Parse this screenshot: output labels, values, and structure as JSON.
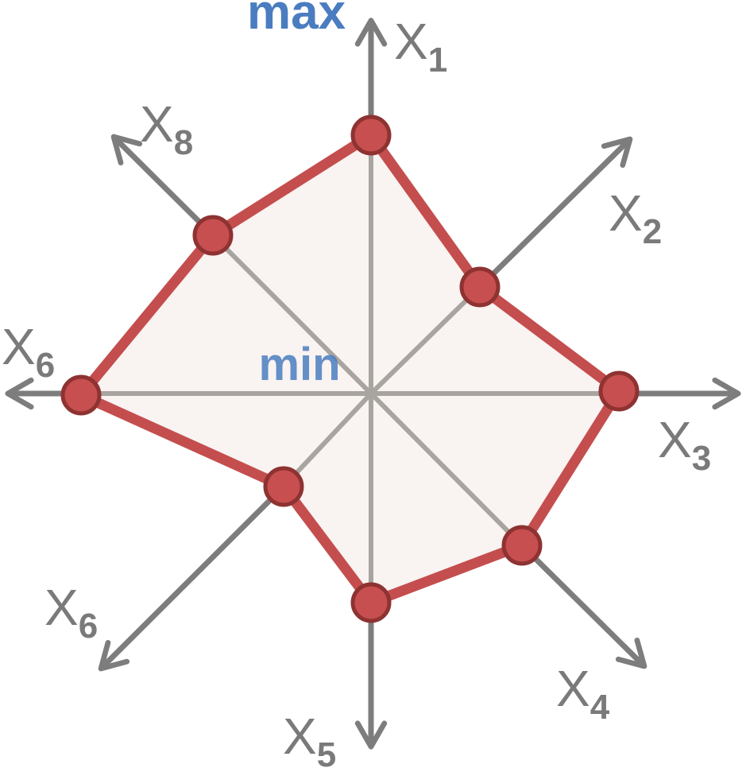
{
  "diagram": {
    "max_label": "max",
    "min_label": "min",
    "axes": [
      {
        "main": "X",
        "sub": "1"
      },
      {
        "main": "X",
        "sub": "2"
      },
      {
        "main": "X",
        "sub": "3"
      },
      {
        "main": "X",
        "sub": "4"
      },
      {
        "main": "X",
        "sub": "5"
      },
      {
        "main": "X",
        "sub": "6"
      },
      {
        "main": "X",
        "sub": "6"
      },
      {
        "main": "X",
        "sub": "8"
      }
    ],
    "colors": {
      "axis": "#7d7d7d",
      "inner_axis": "#a8a4a0",
      "polygon_stroke": "#c44e4e",
      "polygon_fill": "#f9f3f1",
      "point_fill": "#c74f4f",
      "point_stroke": "#8e3232",
      "scale_text": "#4a7cc0"
    }
  }
}
